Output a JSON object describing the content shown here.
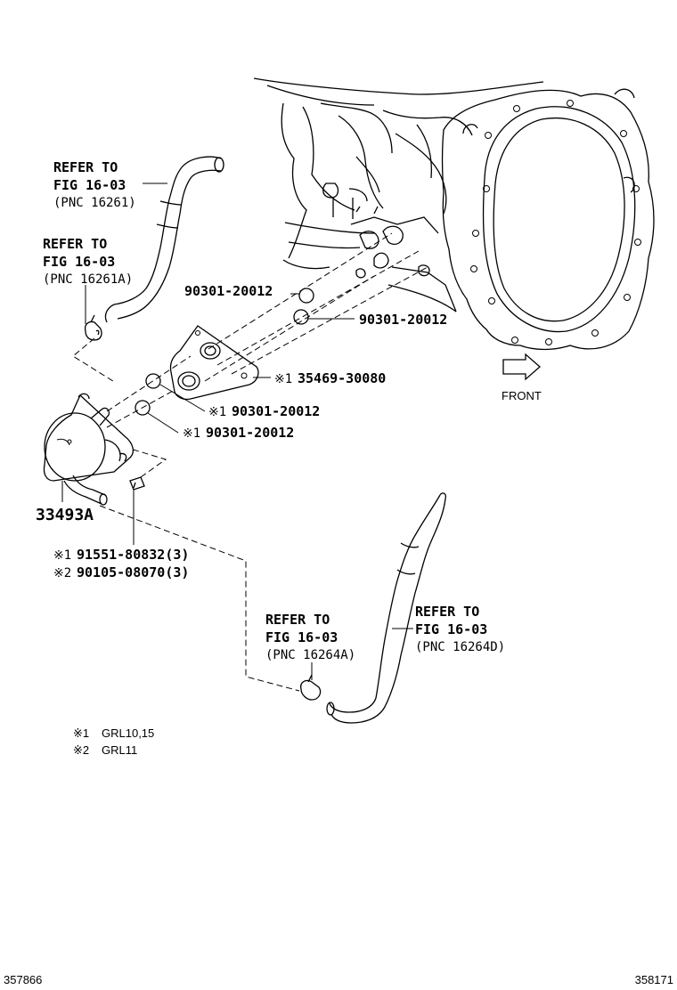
{
  "callouts": {
    "hose_upper": {
      "line1": "REFER TO",
      "line2": "FIG 16-03",
      "line3": "(PNC 16261)"
    },
    "clamp_upper": {
      "line1": "REFER TO",
      "line2": "FIG 16-03",
      "line3": "(PNC 16261A)"
    },
    "clamp_lower": {
      "line1": "REFER TO",
      "line2": "FIG 16-03",
      "line3": "(PNC 16264A)"
    },
    "hose_lower": {
      "line1": "REFER TO",
      "line2": "FIG 16-03",
      "line3": "(PNC 16264D)"
    }
  },
  "parts": {
    "oring_a": "90301-20012",
    "oring_b": "90301-20012",
    "plate": "35469-30080",
    "oring_c": "90301-20012",
    "oring_d": "90301-20012",
    "cooler": "33493A",
    "bolt_1": "91551-80832(3)",
    "bolt_2": "90105-08070(3)"
  },
  "marks": {
    "m1": "※1",
    "m2": "※2"
  },
  "direction": "FRONT",
  "legend": [
    {
      "mark": "※1",
      "text": "GRL10,15"
    },
    {
      "mark": "※2",
      "text": "GRL11"
    }
  ],
  "footer": {
    "left": "357866",
    "right": "358171"
  }
}
